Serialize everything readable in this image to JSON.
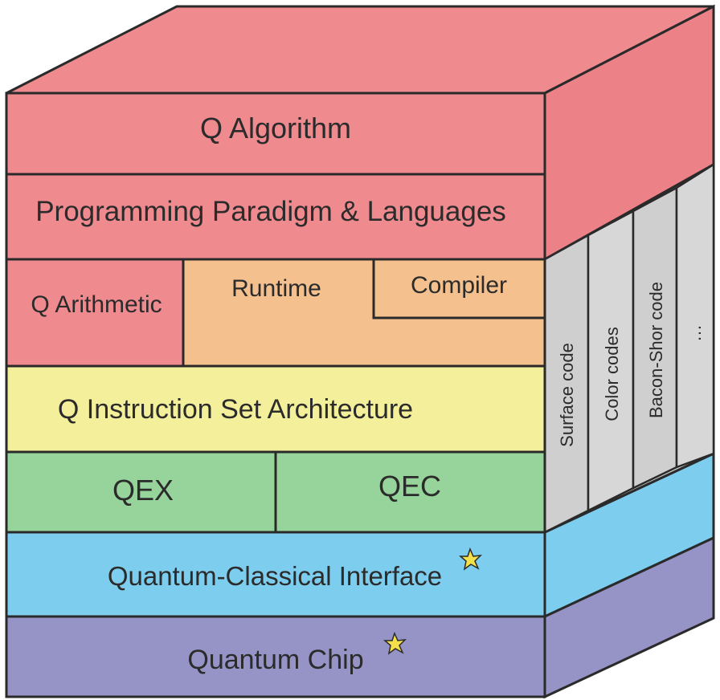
{
  "layers": {
    "q_algorithm": "Q Algorithm",
    "programming": "Programming Paradigm & Languages",
    "q_arithmetic": "Q Arithmetic",
    "runtime": "Runtime",
    "compiler": "Compiler",
    "isa": "Q Instruction Set Architecture",
    "qex": "QEX",
    "qec": "QEC",
    "interface": "Quantum-Classical Interface",
    "chip": "Quantum Chip"
  },
  "side_codes": [
    "Surface code",
    "Color codes",
    "Bacon-Shor code",
    "…"
  ],
  "colors": {
    "red": "#ef8a8f",
    "red_side": "#ec8288",
    "orange": "#f3c08e",
    "yellow": "#f3ef9a",
    "green": "#97d49b",
    "blue": "#7dcdee",
    "purple": "#9694c6",
    "gray_slab": "#cfcfcf",
    "outline": "#2a2a2a",
    "star": "#f3e04a"
  }
}
